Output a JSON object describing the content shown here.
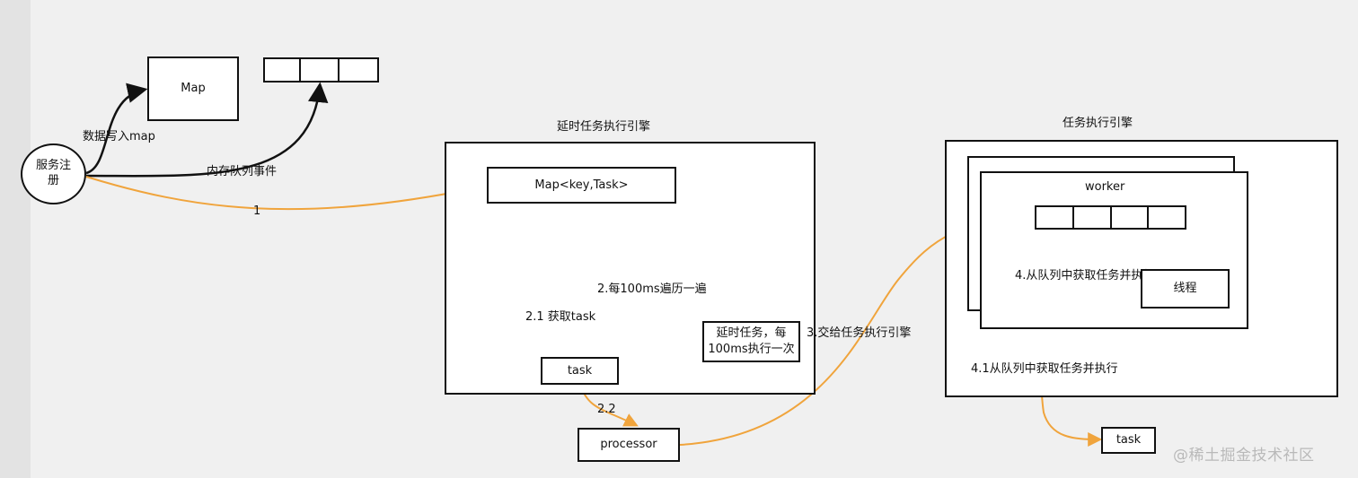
{
  "left_area": {
    "service_register": "服务注\n册",
    "map_box": "Map",
    "label_write_map": "数据写入map",
    "label_memory_queue_event": "内存队列事件",
    "label_step1": "1"
  },
  "delay_engine": {
    "title": "延时任务执行引擎",
    "map_key_task": "Map<key,Task>",
    "label_step2": "2.每100ms遍历一遍",
    "label_step2_1": "2.1 获取task",
    "delay_task_box": "延时任务，每\n100ms执行一次",
    "task_box": "task",
    "label_step2_2": "2.2",
    "processor_box": "processor",
    "label_step3": "3.交给任务执行引擎"
  },
  "task_engine": {
    "title": "任务执行引擎",
    "worker_label": "worker",
    "label_step4": "4.从队列中获取任务并执行",
    "thread_box": "线程",
    "label_step4_1": "4.1从队列中获取任务并执行",
    "task_box": "task"
  },
  "watermark": "@稀土掘金技术社区",
  "colors": {
    "arrow_orange": "#f0a43c",
    "arrow_black": "#111111",
    "background": "#f0f0f0"
  }
}
